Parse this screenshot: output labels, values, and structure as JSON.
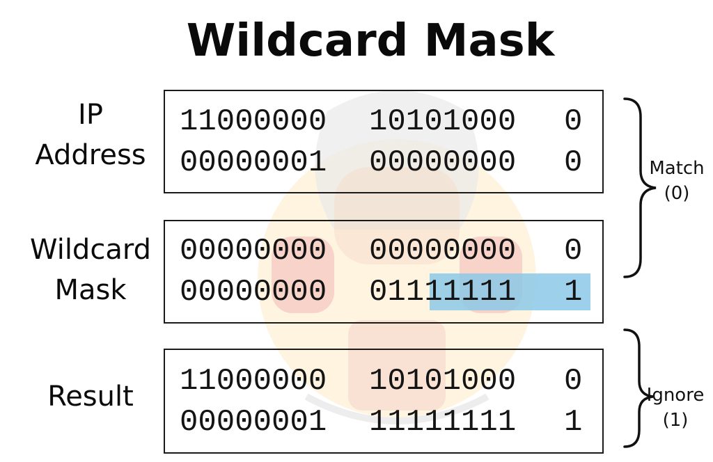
{
  "title": "Wildcard Mask",
  "rows": [
    {
      "label_lines": [
        "IP",
        "Address"
      ],
      "bits": [
        [
          "11000000",
          "10101000",
          "0"
        ],
        [
          "00000001",
          "00000000",
          "0"
        ]
      ]
    },
    {
      "label_lines": [
        "Wildcard",
        "Mask"
      ],
      "bits": [
        [
          "00000000",
          "00000000",
          "0"
        ],
        [
          "00000000",
          "01111111",
          "1"
        ]
      ]
    },
    {
      "label_lines": [
        "Result"
      ],
      "bits": [
        [
          "11000000",
          "10101000",
          "0"
        ],
        [
          "00000001",
          "11111111",
          "1"
        ]
      ]
    }
  ],
  "braces": [
    {
      "lines": [
        "Match",
        "(0)"
      ]
    },
    {
      "lines": [
        "Ignore",
        "(1)"
      ]
    }
  ],
  "colors": {
    "highlight": "#8cc8e8",
    "text": "#111111"
  }
}
